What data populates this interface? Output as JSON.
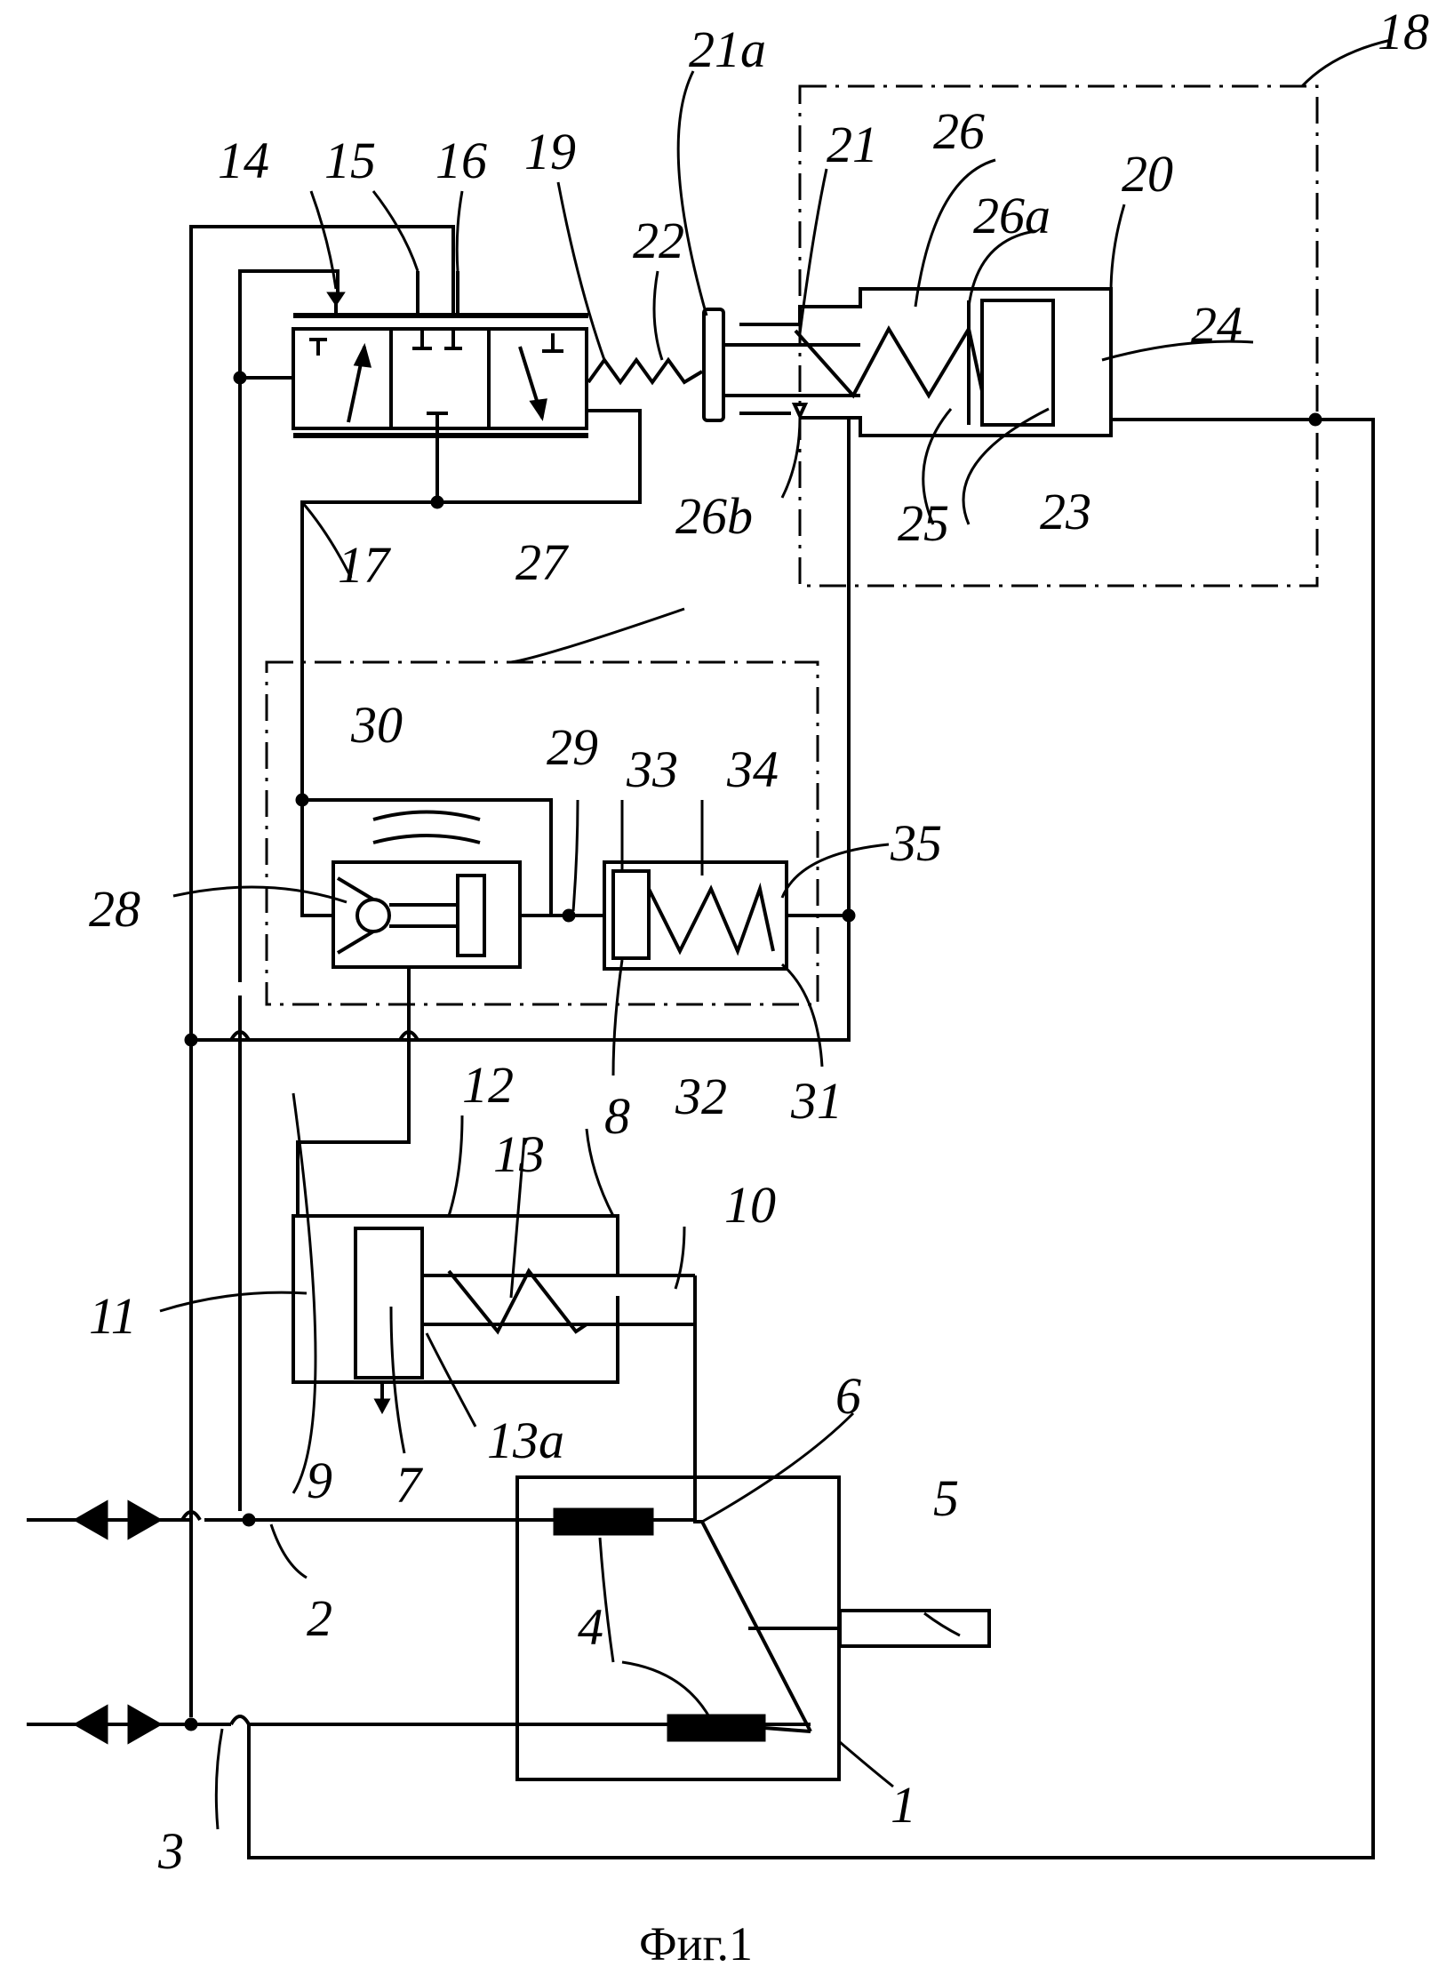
{
  "caption": "Фиг.1",
  "labels": {
    "l1": "1",
    "l2": "2",
    "l3": "3",
    "l4": "4",
    "l5": "5",
    "l6": "6",
    "l7": "7",
    "l8": "8",
    "l9": "9",
    "l10": "10",
    "l11": "11",
    "l12": "12",
    "l13": "13",
    "l13a": "13a",
    "l14": "14",
    "l15": "15",
    "l16": "16",
    "l17": "17",
    "l18": "18",
    "l19": "19",
    "l20": "20",
    "l21": "21",
    "l21a": "21a",
    "l22": "22",
    "l23": "23",
    "l24": "24",
    "l25": "25",
    "l26": "26",
    "l26a": "26a",
    "l26b": "26b",
    "l27": "27",
    "l28": "28",
    "l29": "29",
    "l30": "30",
    "l31": "31",
    "l32": "32",
    "l33": "33",
    "l34": "34",
    "l35": "35"
  }
}
